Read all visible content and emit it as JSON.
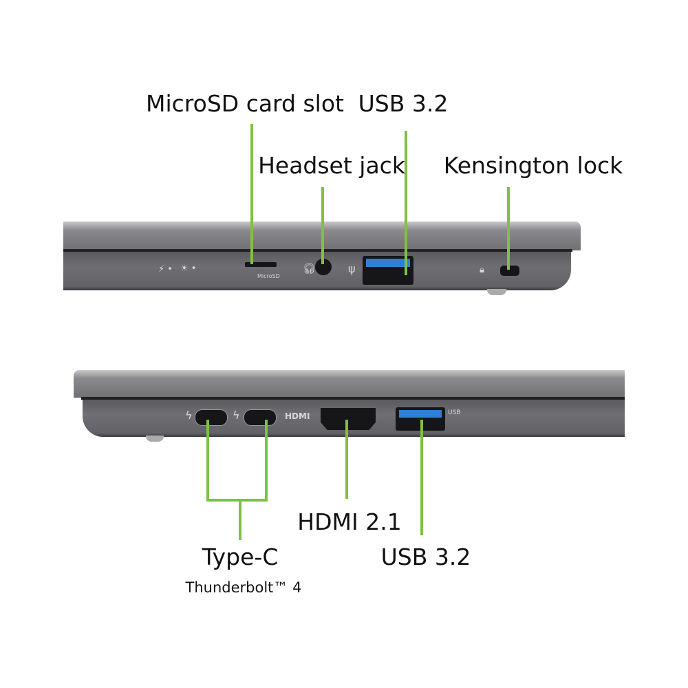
{
  "top_view": {
    "labels": {
      "microsd": "MicroSD card slot",
      "usb": "USB 3.2",
      "headset": "Headset jack",
      "kensington": "Kensington lock"
    },
    "port_markings": {
      "microsd": "MicroSD"
    }
  },
  "bottom_view": {
    "labels": {
      "typec": "Type-C",
      "typec_sub": "Thunderbolt™ 4",
      "hdmi": "HDMI 2.1",
      "usb": "USB 3.2"
    },
    "port_markings": {
      "hdmi": "HDMI",
      "usb": "USB"
    }
  },
  "colors": {
    "callout": "#7dc242",
    "usb_blue": "#2f7fd6"
  }
}
